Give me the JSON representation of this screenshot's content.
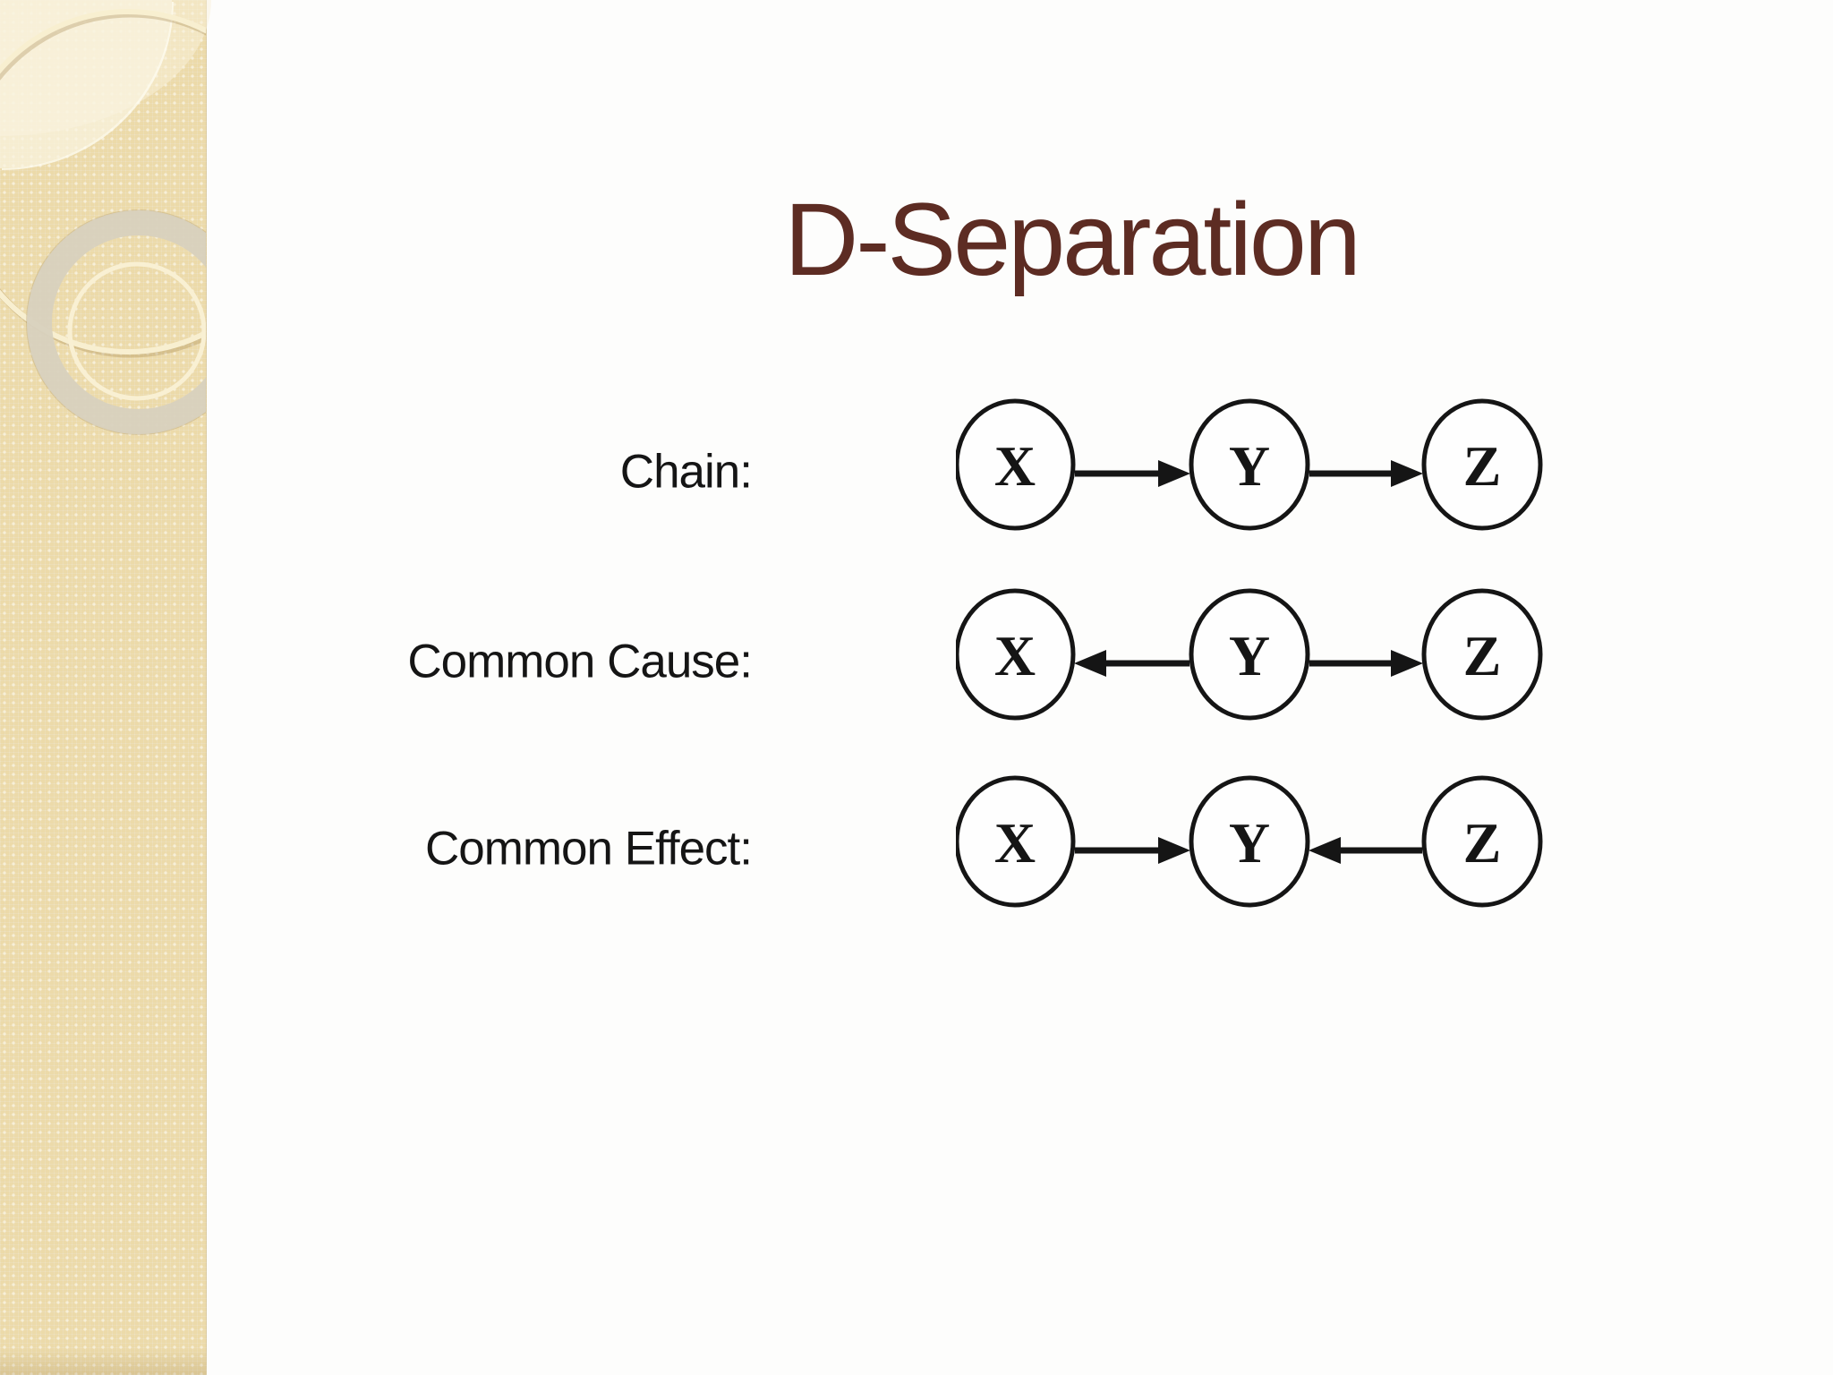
{
  "slide": {
    "title": "D-Separation",
    "title_color": "#5d2c23",
    "background_color": "#fdfdfc",
    "sidebar_color": "#ecdaa9"
  },
  "diagram": {
    "node_labels": [
      "X",
      "Y",
      "Z"
    ],
    "stroke_color": "#151515",
    "node_fill": "#fefefe",
    "rows": [
      {
        "label": "Chain:",
        "edges": [
          {
            "from": "X",
            "to": "Y"
          },
          {
            "from": "Y",
            "to": "Z"
          }
        ]
      },
      {
        "label": "Common Cause:",
        "edges": [
          {
            "from": "Y",
            "to": "X"
          },
          {
            "from": "Y",
            "to": "Z"
          }
        ]
      },
      {
        "label": "Common Effect:",
        "edges": [
          {
            "from": "X",
            "to": "Y"
          },
          {
            "from": "Z",
            "to": "Y"
          }
        ]
      }
    ]
  }
}
